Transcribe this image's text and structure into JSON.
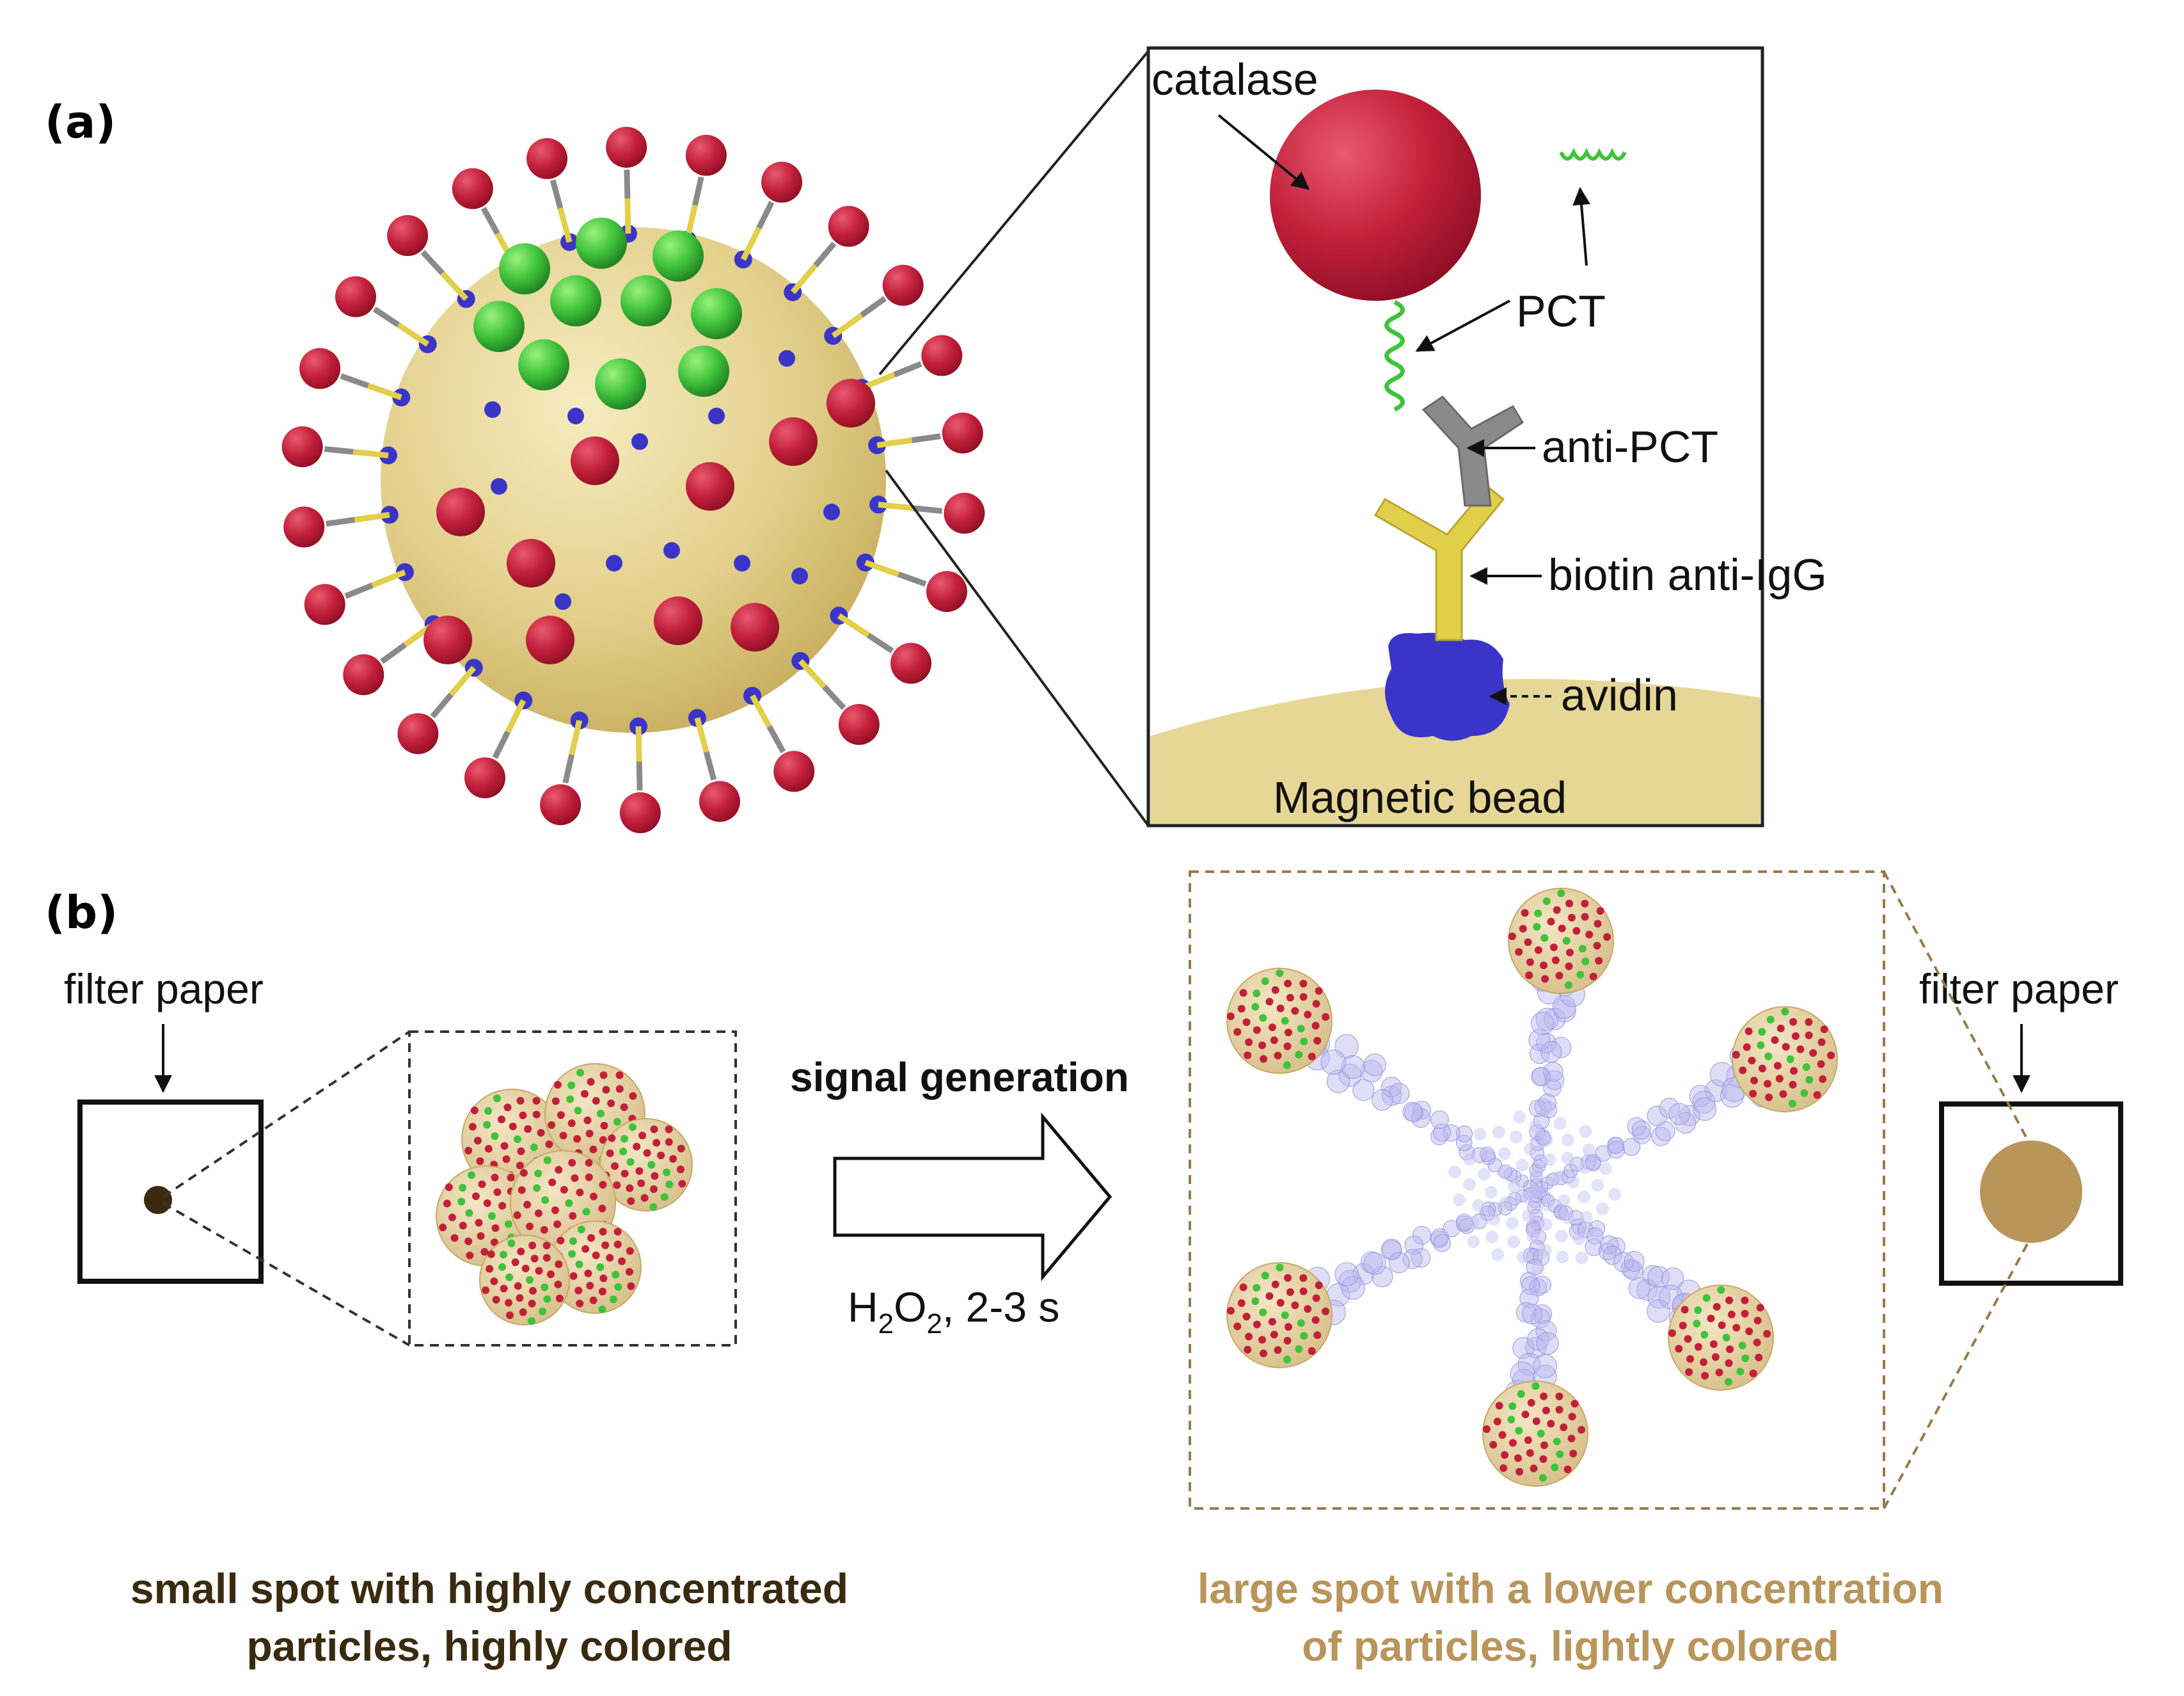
{
  "panels": {
    "a": {
      "label": "(a)",
      "callouts": {
        "catalase": "catalase",
        "pct": "PCT",
        "anti_pct": "anti-PCT",
        "biotin": "biotin anti-IgG",
        "avidin": "avidin",
        "bead": "Magnetic bead"
      }
    },
    "b": {
      "label": "(b)",
      "filter_left": "filter paper",
      "filter_right": "filter paper",
      "arrow_title": "signal generation",
      "condition": {
        "h": "H",
        "sub1": "2",
        "o": "O",
        "sub2": "2",
        "time": ", 2-3 s"
      },
      "caption_left": {
        "line1": "small spot with highly concentrated",
        "line2": "particles, highly colored"
      },
      "caption_right": {
        "line1": "large spot with a lower concentration",
        "line2": "of particles, lightly colored"
      }
    }
  },
  "colors": {
    "catalase": "#c21f3a",
    "pct": "#3fc33a",
    "anti_pct": "#8a8a8a",
    "biotin": "#e2cf4a",
    "avidin": "#3a35c8",
    "bead": "#e8d89a",
    "dark_caption": "#3a2a10",
    "light_caption": "#b8955a"
  }
}
